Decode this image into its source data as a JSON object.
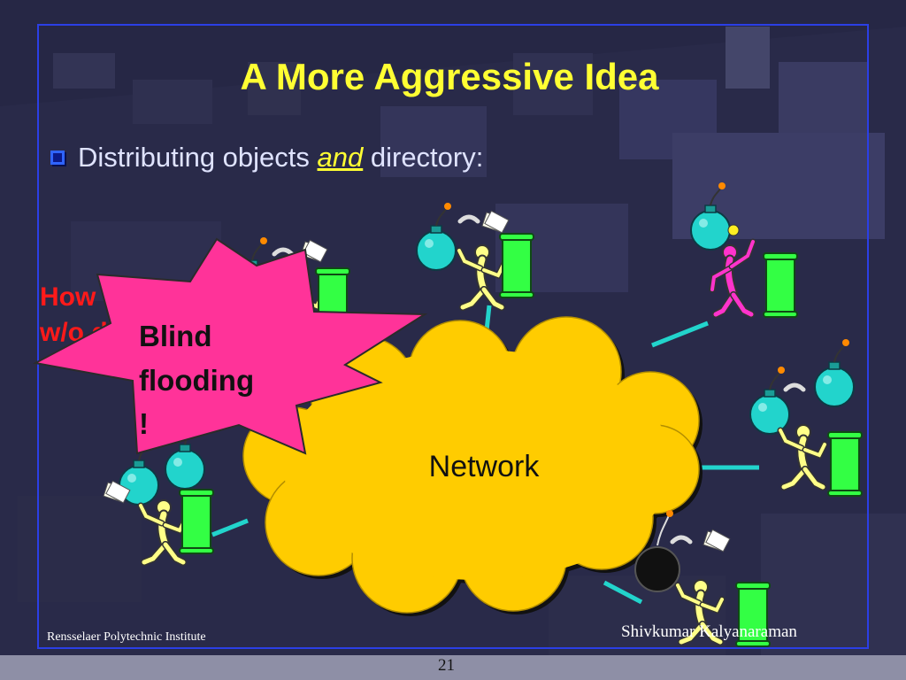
{
  "slide": {
    "title": "A More Aggressive Idea",
    "bullet": {
      "text_before": "Distributing objects ",
      "emphasis": "and",
      "text_after": " directory:"
    },
    "question": "How to find objects w/o directory?",
    "starburst_text": "Blind flooding!",
    "cloud_label": "Network",
    "footer_left": "Rensselaer Polytechnic Institute",
    "footer_right": "Shivkumar Kalyanaraman",
    "page_number": "21"
  },
  "colors": {
    "title": "#ffff33",
    "frame": "#2b3fe6",
    "question_text": "#ff1a1a",
    "starburst": "#ff3399",
    "cloud": "#ffcc00",
    "bomb": "#22d4cc",
    "scroll": "#33ff44",
    "stick_figure": "#ffff88",
    "pink_figure": "#ff33cc",
    "link_line": "#22d4cc"
  },
  "icons": {
    "bullet": "hollow-square-bullet-icon",
    "bomb": "bomb-icon",
    "scroll": "scroll-icon",
    "figure": "stick-figure-icon",
    "papers": "papers-icon",
    "phone": "phone-icon",
    "lightbulb": "lightbulb-icon"
  }
}
